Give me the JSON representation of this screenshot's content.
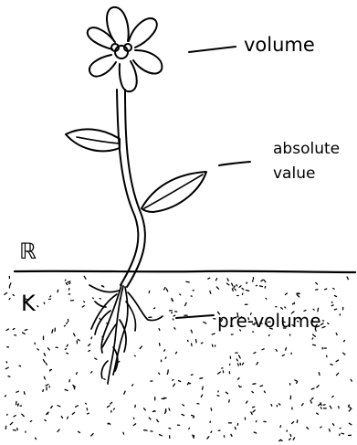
{
  "diagram": {
    "labels": {
      "flower": "volume",
      "leaves_line1": "absolute",
      "leaves_line2": "value",
      "roots": "pre-volume",
      "above_ground_symbol": "ℝ",
      "below_ground_symbol": "K"
    },
    "colors": {
      "ink": "#000000",
      "background": "#ffffff"
    },
    "icons": [
      "flower-icon",
      "leaf-icon",
      "roots-icon",
      "soil-texture"
    ]
  }
}
